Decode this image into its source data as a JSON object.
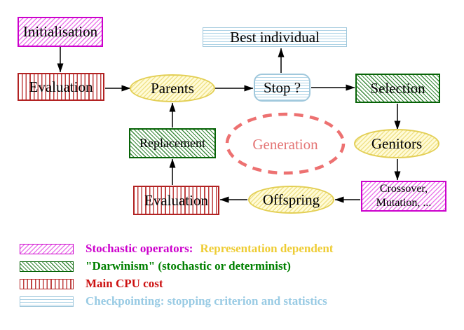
{
  "nodes": {
    "initialisation": "Initialisation",
    "evaluation_top": "Evaluation",
    "best_individual": "Best individual",
    "stop": "Stop ?",
    "selection": "Selection",
    "parents": "Parents",
    "replacement": "Replacement",
    "generation": "Generation",
    "genitors": "Genitors",
    "crossover_line1": "Crossover,",
    "crossover_line2": "Mutation, ...",
    "offspring": "Offspring",
    "evaluation_bottom": "Evaluation"
  },
  "edges": [
    {
      "from": "initialisation",
      "to": "evaluation_top"
    },
    {
      "from": "evaluation_top",
      "to": "parents"
    },
    {
      "from": "parents",
      "to": "stop"
    },
    {
      "from": "stop",
      "to": "best_individual"
    },
    {
      "from": "stop",
      "to": "selection"
    },
    {
      "from": "selection",
      "to": "genitors"
    },
    {
      "from": "genitors",
      "to": "crossover_mutation"
    },
    {
      "from": "crossover_mutation",
      "to": "offspring"
    },
    {
      "from": "offspring",
      "to": "evaluation_bottom"
    },
    {
      "from": "evaluation_bottom",
      "to": "replacement"
    },
    {
      "from": "replacement",
      "to": "parents"
    }
  ],
  "legend": {
    "stochastic": {
      "swatch": "magenta-diagonal-hatch",
      "label": "Stochastic operators:",
      "note": "Representation dependent"
    },
    "darwinism": {
      "swatch": "green-diagonal-hatch",
      "label": "\"Darwinism\" (stochastic or determinist)"
    },
    "cpu": {
      "swatch": "red-vertical-stripes",
      "label": "Main CPU cost"
    },
    "checkpointing": {
      "swatch": "cyan-horizontal-stripes",
      "label": "Checkpointing: stopping criterion and statistics"
    }
  },
  "colors": {
    "magenta": "#cc00cc",
    "red": "#b22222",
    "green": "#076307",
    "cyan": "#a0c8dc",
    "yellow": "#e3cf55",
    "salmon": "#e47575",
    "gold_text": "#eecc33",
    "legend_red_text": "#cc1111",
    "legend_green_text": "#008000",
    "legend_cyan_text": "#99cbe4"
  }
}
